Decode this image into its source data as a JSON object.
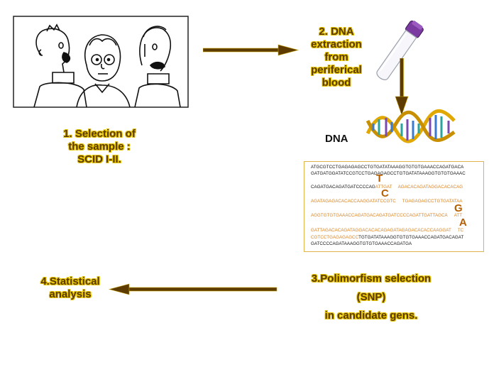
{
  "steps": {
    "selection": {
      "line1": "1. Selection of",
      "line2": "the sample :",
      "line3": "SCID I-II."
    },
    "extraction": {
      "line1": "2. DNA",
      "line2": "extraction",
      "line3": "from",
      "line4": "periferical",
      "line5": "blood"
    },
    "polymorphism": {
      "line1": "3.Polimorfism selection",
      "line2": "(SNP)",
      "line3": "in candidate gens."
    },
    "statistical": {
      "line1": "4.Statistical",
      "line2": "analysis"
    }
  },
  "dna_label": "DNA",
  "sequence": {
    "l1": "ATGCGTCCTGAGAGAGCCTGTGATATAAAGGTGTGTGAAACCAGATGACA",
    "l2": "GATGATGGATATCCGTCCTGAGAGAGCCTGTGATATAAAGGTGTGTGAAAC",
    "l3a": "CAGATGACAGATGATCCCCAG",
    "l3b": "ATTGAT",
    "l3c": "AGACACAGATAGGACACACAG",
    "l4a": "AGATAGAGACACACCAAGGATATCCGTC",
    "l4b": "TGAGAGAGCCTGTGATATAA",
    "l5a": "AGGTGTGTGAAACCAGATGACAGATGATCCCCAGATTGATTAGCA",
    "l5b": "ATT",
    "l6a": "GATTAGACACAGATAGGACACACAGAGATAGAGACACACCAAGGAT",
    "l6b": "TC",
    "l7a": "CGTCCTGAGAGAGCC",
    "l7b": "TGTGATATAAAGGTGTGTGAAACCAGATGACAGAT",
    "l8": "GATCCCCAGATAAAGGTGTGTGAAACCAGATGA",
    "snp1": "T",
    "snp2": "C",
    "snp3": "G",
    "snp4": "A"
  },
  "colors": {
    "arrow": "#5e3c00",
    "label_text": "#5a3a00",
    "label_glow": "#e7c400",
    "sequence_highlight": "#d9821e"
  }
}
